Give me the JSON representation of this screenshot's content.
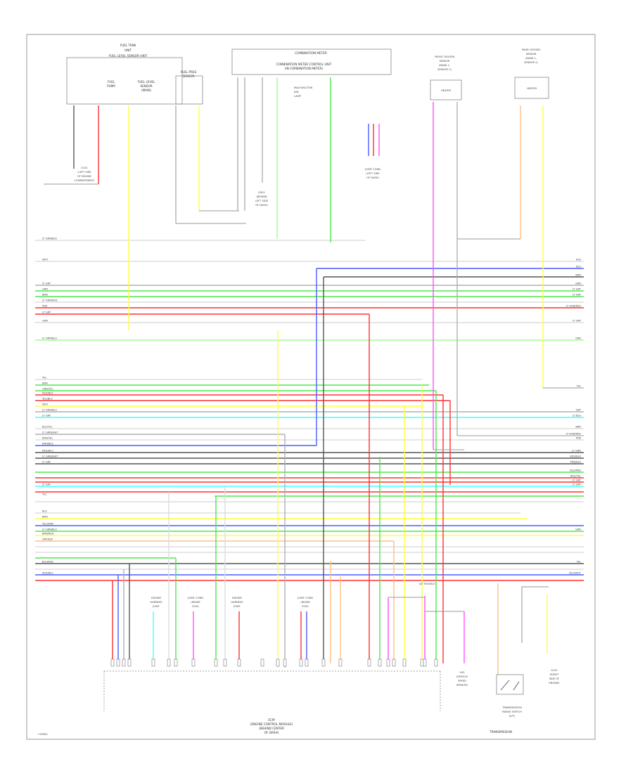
{
  "diagram": {
    "page_code": "I 00000",
    "components": {
      "fuel_tank": [
        "FUEL TANK",
        "UNIT",
        "FUEL LEVEL SENSOR UNIT"
      ],
      "fuel_pump": [
        "FUEL",
        "PUMP"
      ],
      "fuel_level_sender": [
        "FUEL LEVEL",
        "SENSOR",
        "(MAIN)"
      ],
      "fuel_pressure_sender": [
        "FUEL PRES",
        "SENSOR"
      ],
      "combination_meter": "COMBINATION METER",
      "meter_control_unit": [
        "COMBINATION METER CONTROL UNIT",
        "(IN COMBINATION METER)"
      ],
      "mil": [
        "MALFUNCTION",
        "IND",
        "LAMP"
      ],
      "ground_left": [
        "G101",
        "(LEFT SIDE",
        "OF ENGINE",
        "COMPARTMENT)"
      ],
      "ground_mid": [
        "G501",
        "(BEHIND",
        "LEFT SIDE",
        "OF DASH)"
      ],
      "joint_center": [
        "JOINT CONN",
        "(LEFT SIDE",
        "OF DASH)"
      ],
      "front_oxygen": [
        "FRONT OXYGEN",
        "SENSOR",
        "(BANK 1,",
        "SENSOR 1)"
      ],
      "rear_oxygen": [
        "REAR OXYGEN",
        "SENSOR",
        "(BANK 1,",
        "SENSOR 2)"
      ],
      "heater": "HEATER",
      "bottom_joints": [
        [
          "ENGINE",
          "HARNESS",
          "JOINT"
        ],
        [
          "JOINT CONN",
          "(INSIDE",
          "ECM)"
        ],
        [
          "ENGINE",
          "HARNESS",
          "JOINT"
        ],
        [
          "JOINT CONN",
          "(INSIDE",
          "ECM)"
        ]
      ],
      "ecm": [
        "ECM",
        "(ENGINE CONTROL MODULE)",
        "(BEHIND CENTER",
        "OF DASH)"
      ],
      "vss": [
        "VSS",
        "(VEHICLE",
        "SPEED",
        "SENSOR)"
      ],
      "transmission_range": [
        "TRANSMISSION",
        "RANGE SWITCH",
        "(A/T)"
      ],
      "transmission_label": "TRANSMISSION",
      "ground_bottom": [
        "G101",
        "(RIGHT",
        "SIDE OF",
        "ENGINE)"
      ],
      "splice_mid": "A/T MODELS"
    },
    "left_labels": [
      "LT GRN/BLK",
      "WHT",
      "LT GRY",
      "GRN",
      "BRN",
      "LT GRN/RED",
      "PNK",
      "LT GRY",
      "GRN",
      "LT GRN/BLU",
      "YEL",
      "BRN",
      "GRN/YEL",
      "RED/BLK",
      "YEL/BLU",
      "WHT",
      "LT GRN/BLU",
      "LT GRY",
      "BLU/YEL",
      "LT GRN/WHT",
      "BRN/YEL",
      "BRN/BLK",
      "RED/BLU",
      "LT GRN/WHT",
      "LT GRY",
      "LT GRY",
      "YEL",
      "BLU",
      "BRN",
      "YEL/GRN",
      "LT GRN/BLU",
      "BRN/RED",
      "GRY/BLK",
      "BLU/RED",
      "RED/BLU"
    ],
    "right_labels": [
      "BLK",
      "BLU",
      "BRN",
      "GRN",
      "LT GRY",
      "LT GRY",
      "LT GRN/RED",
      "LT GRY",
      "GRN",
      "YEL",
      "GRY",
      "LT BLU",
      "BRN",
      "LT GRN/RED",
      "PNK",
      "LT GRN",
      "RED/BLK",
      "PNK/BLK",
      "BLU/RED",
      "RED/YEL",
      "LT GRY",
      "LT GRY",
      "GRN",
      "YEL",
      "BLU/WHT"
    ]
  }
}
